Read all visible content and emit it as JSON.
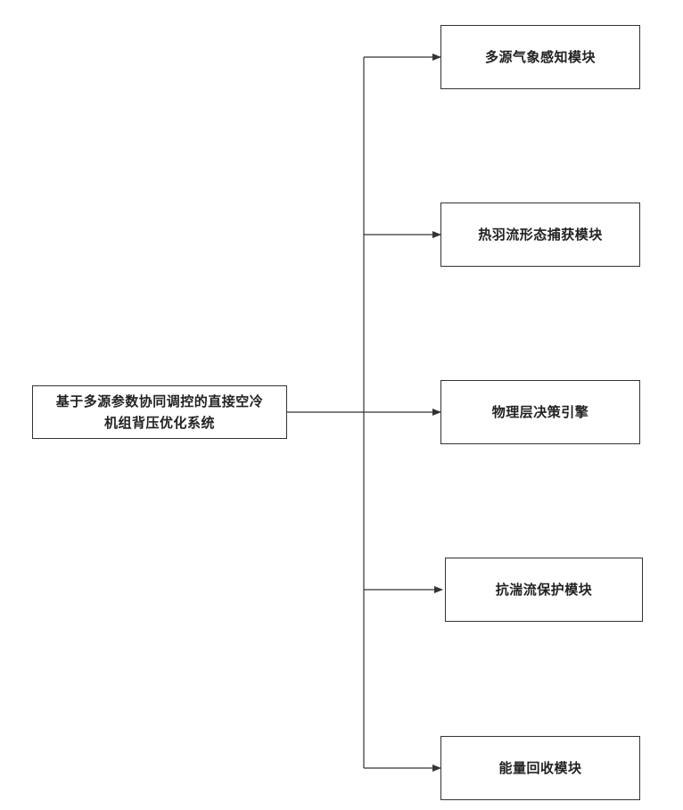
{
  "diagram": {
    "root": {
      "line1": "基于多源参数协同调控的直接空冷",
      "line2": "机组背压优化系统"
    },
    "modules": [
      {
        "label": "多源气象感知模块"
      },
      {
        "label": "热羽流形态捕获模块"
      },
      {
        "label": "物理层决策引擎"
      },
      {
        "label": "抗湍流保护模块"
      },
      {
        "label": "能量回收模块"
      }
    ]
  }
}
